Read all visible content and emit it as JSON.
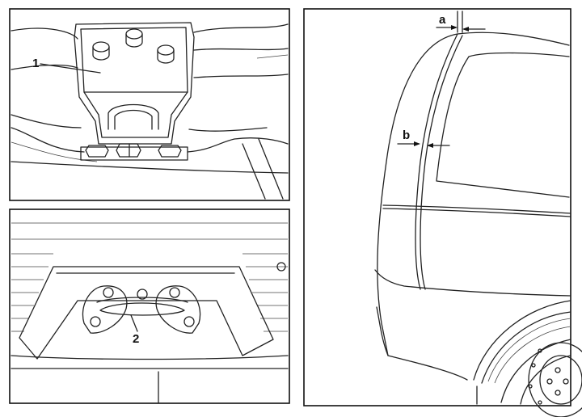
{
  "callouts": {
    "part_1": "1",
    "part_2": "2",
    "dim_a": "a",
    "dim_b": "b"
  },
  "colors": {
    "ink": "#111111",
    "paper": "#ffffff"
  }
}
